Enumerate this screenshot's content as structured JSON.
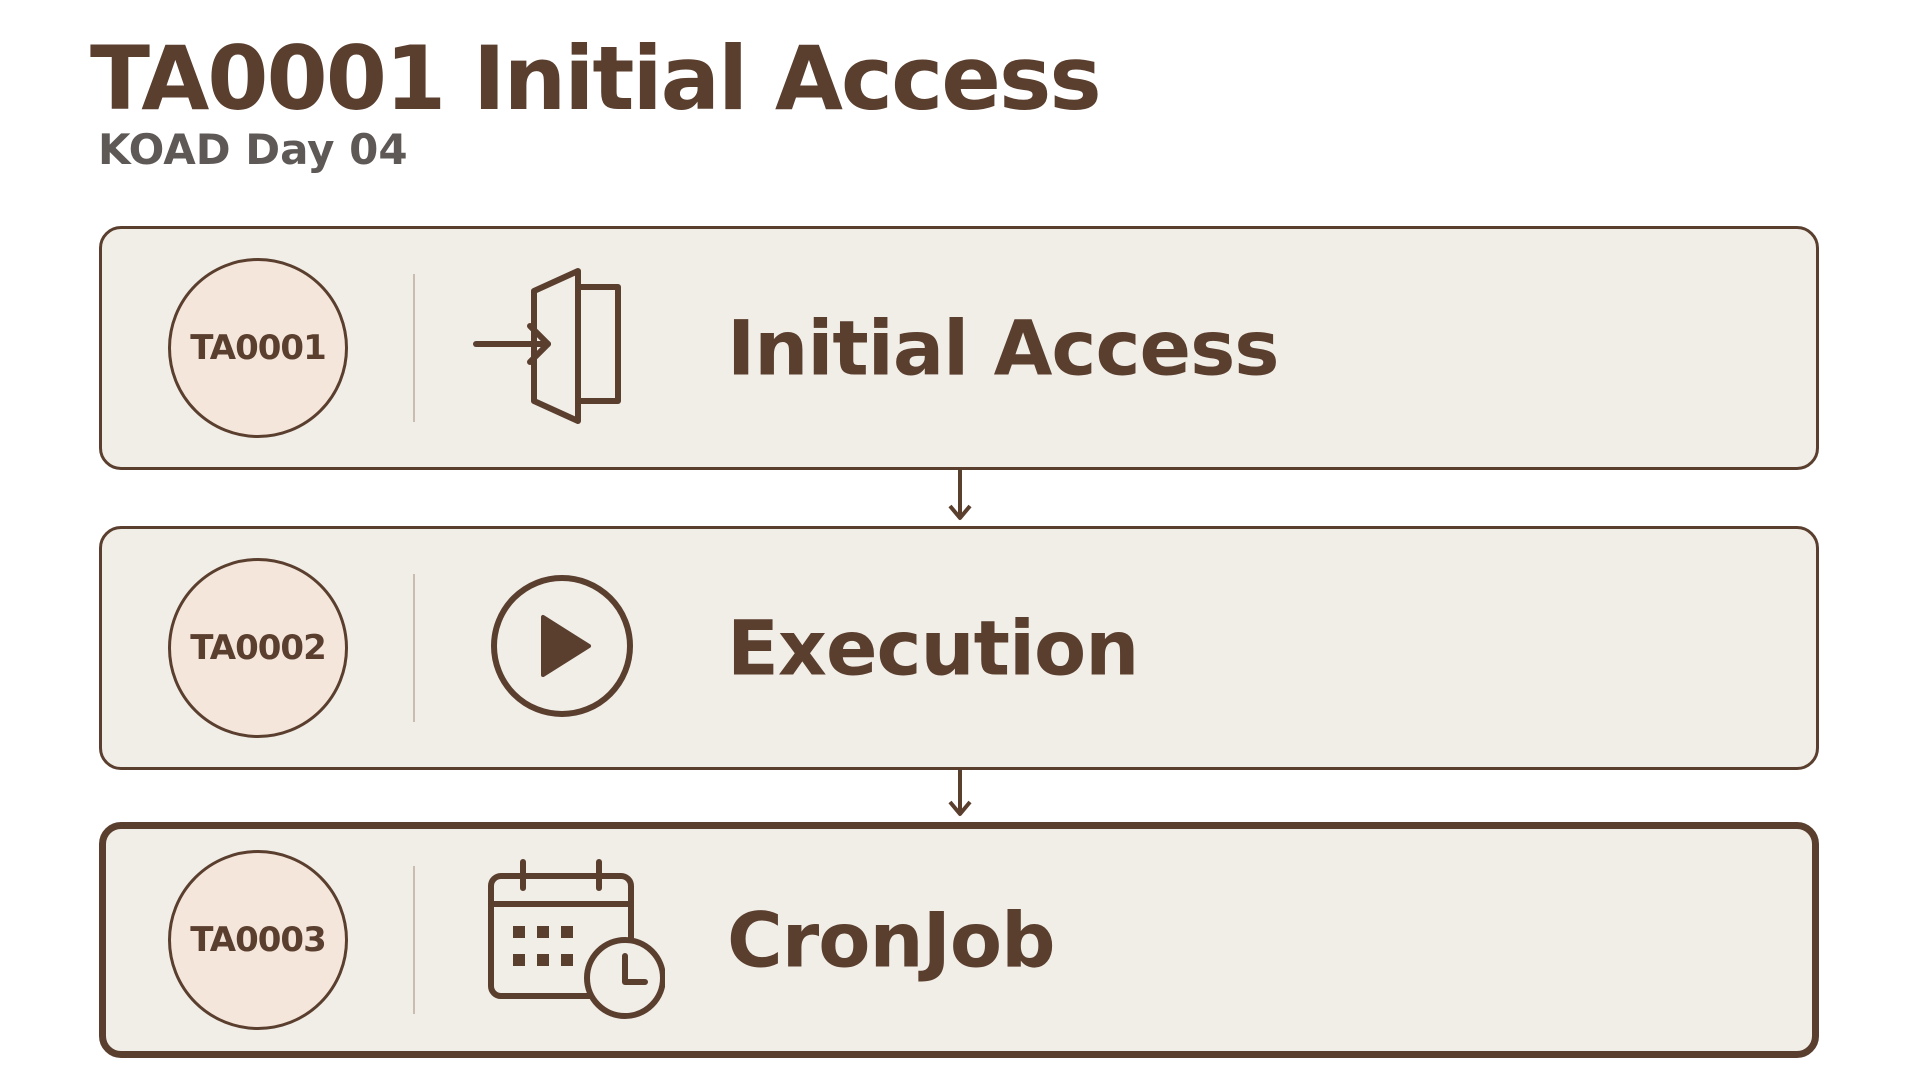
{
  "header": {
    "title": "TA0001 Initial Access",
    "subtitle": "KOAD Day 04"
  },
  "steps": [
    {
      "id": "TA0001",
      "label": "Initial Access",
      "icon": "enter-door-icon",
      "active": false
    },
    {
      "id": "TA0002",
      "label": "Execution",
      "icon": "play-icon",
      "active": false
    },
    {
      "id": "TA0003",
      "label": "CronJob",
      "icon": "calendar-clock-icon",
      "active": true
    }
  ],
  "colors": {
    "primary": "#5a3e2e",
    "card_background": "#f1ede7",
    "badge_fill": "#f5e6dc",
    "subtitle": "#5e5956",
    "divider": "#c9bdb1"
  }
}
